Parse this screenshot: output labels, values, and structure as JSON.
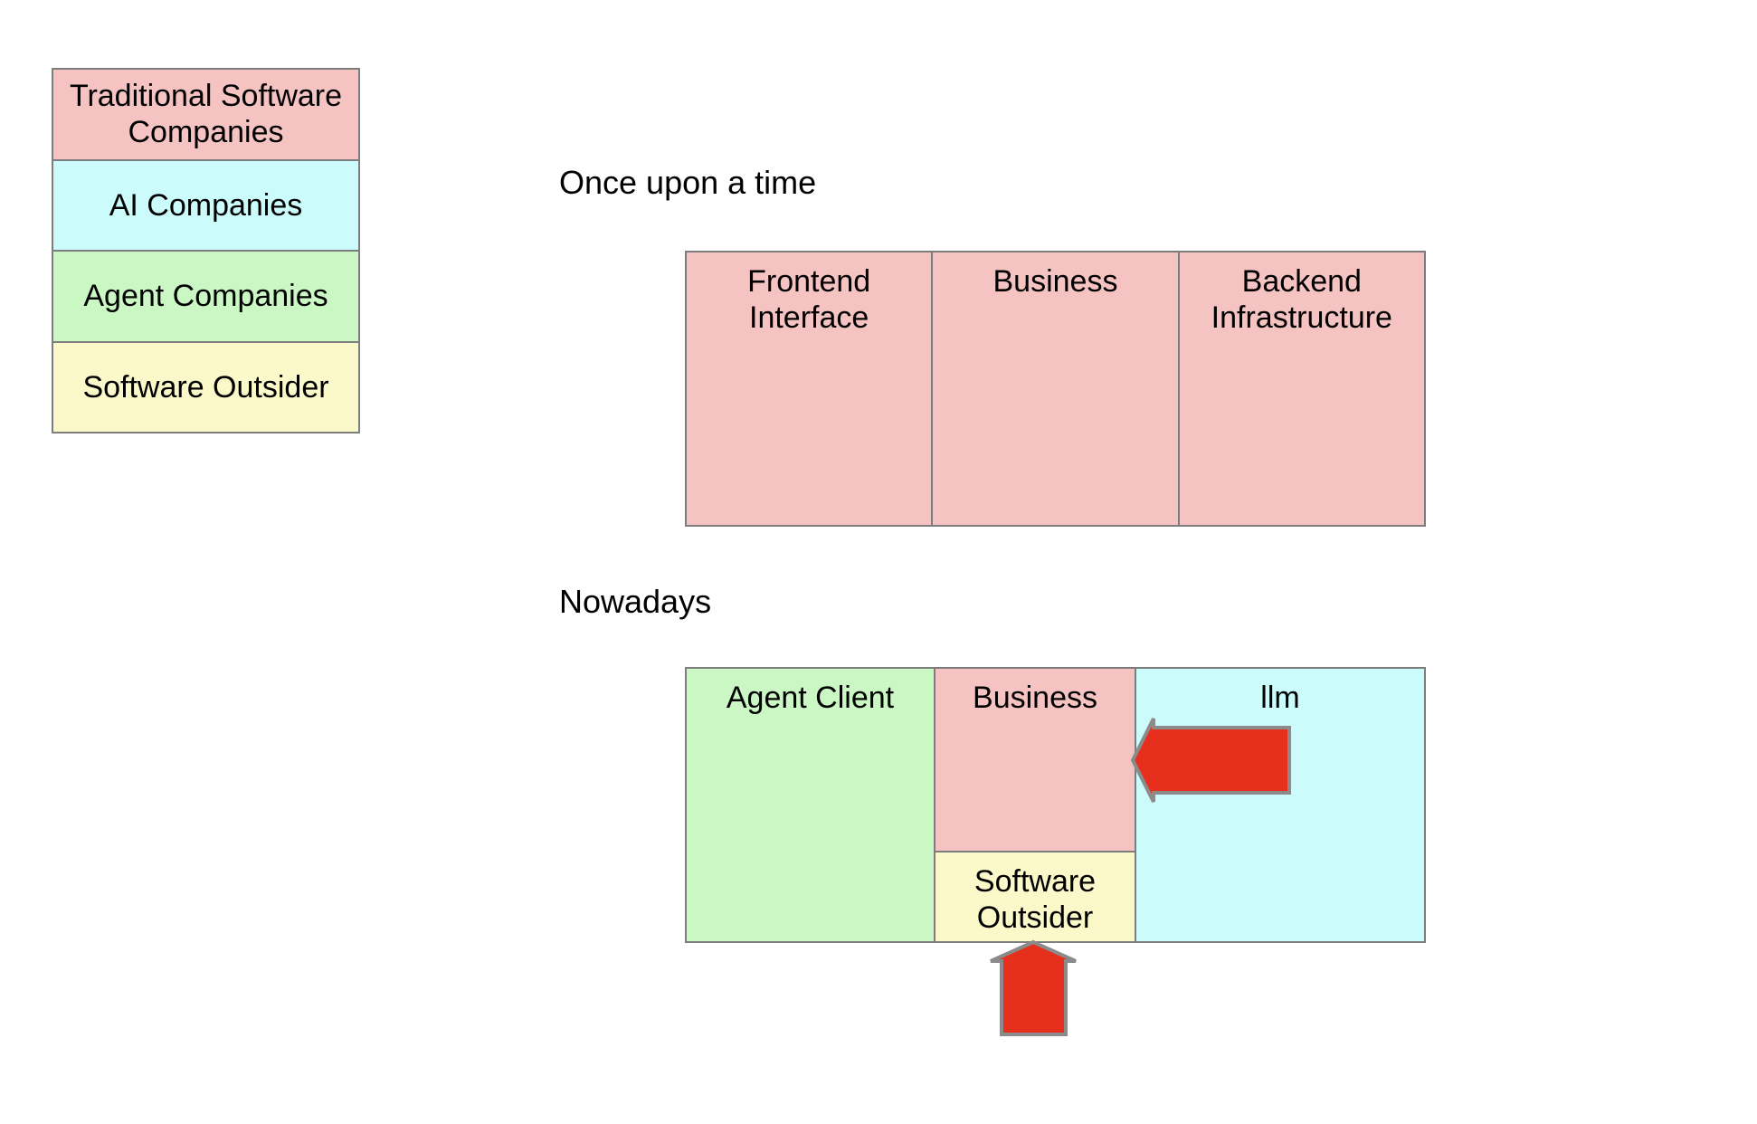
{
  "page": {
    "background": "#ffffff",
    "border_color": "#7d7d7d",
    "text_color": "#000000"
  },
  "legend": {
    "items": [
      {
        "label": "Traditional Software Companies",
        "color": "#f4c3c2"
      },
      {
        "label": "AI Companies",
        "color": "#ccfbfb"
      },
      {
        "label": "Agent Companies",
        "color": "#caf7c4"
      },
      {
        "label": "Software Outsider",
        "color": "#fbf9c9"
      }
    ]
  },
  "once_upon_a_time": {
    "title": "Once upon a time",
    "cells": [
      {
        "label": "Frontend Interface",
        "color": "#f4c3c2"
      },
      {
        "label": "Business",
        "color": "#f4c3c2"
      },
      {
        "label": "Backend Infrastructure",
        "color": "#f4c3c2"
      }
    ]
  },
  "nowadays": {
    "title": "Nowadays",
    "agent_client": {
      "label": "Agent Client",
      "color": "#caf7c4"
    },
    "business": {
      "label": "Business",
      "color": "#f4c3c2"
    },
    "software_outsider": {
      "label": "Software Outsider",
      "color": "#fbf9c9"
    },
    "llm": {
      "label": "llm",
      "color": "#ccfbfb"
    }
  },
  "arrows": {
    "fill": "#e6301d",
    "outline": "#8b8b8b",
    "left_arrow_meaning": "points left from llm area into Business",
    "up_arrow_meaning": "points up into Software Outsider"
  }
}
